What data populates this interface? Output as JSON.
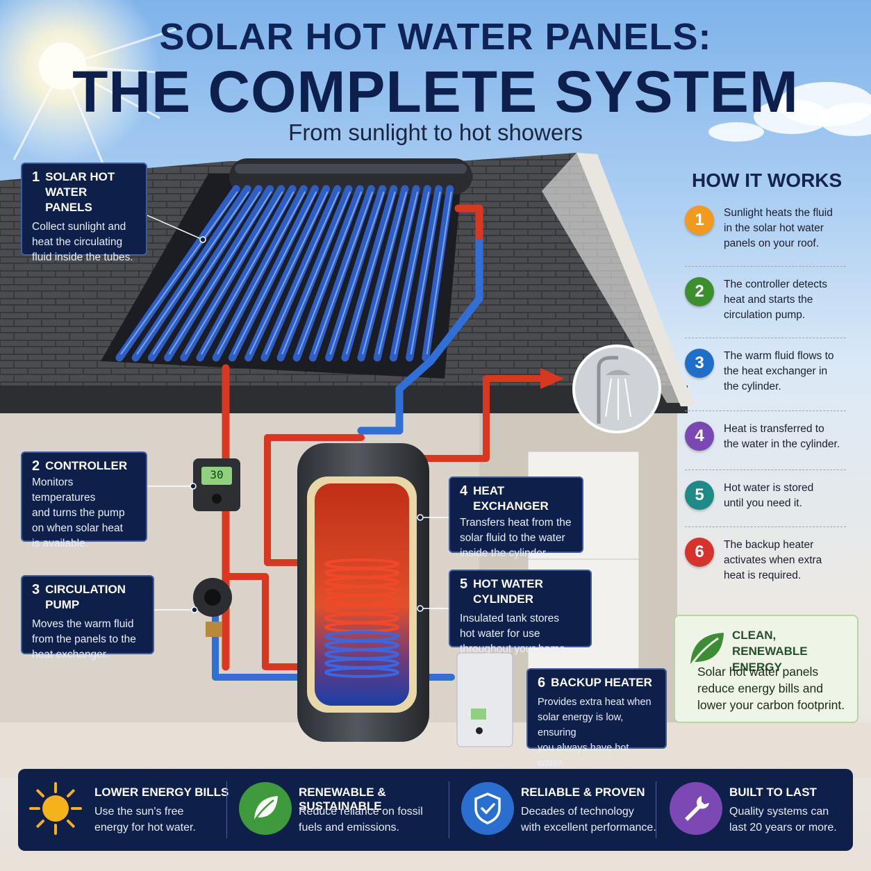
{
  "header": {
    "title_line1": "SOLAR HOT WATER PANELS:",
    "title_line2": "THE COMPLETE SYSTEM",
    "subtitle": "From sunlight to hot showers"
  },
  "callouts": [
    {
      "num": "1",
      "title_a": "SOLAR HOT",
      "title_b": "WATER PANELS",
      "body": [
        "Collect sunlight and",
        "heat the circulating",
        "fluid inside the tubes."
      ]
    },
    {
      "num": "2",
      "title_a": "CONTROLLER",
      "title_b": "",
      "body": [
        "Monitors temperatures",
        "and turns the pump",
        "on when solar heat",
        "is available."
      ]
    },
    {
      "num": "3",
      "title_a": "CIRCULATION PUMP",
      "title_b": "",
      "body": [
        "Moves the warm fluid",
        "from the panels to the",
        "heat exchanger."
      ]
    },
    {
      "num": "4",
      "title_a": "HEAT EXCHANGER",
      "title_b": "",
      "body": [
        "Transfers heat from the",
        "solar fluid to the water",
        "inside the cylinder."
      ]
    },
    {
      "num": "5",
      "title_a": "HOT WATER CYLINDER",
      "title_b": "",
      "body": [
        "Insulated tank stores",
        "hot water for use",
        "throughout your home."
      ]
    },
    {
      "num": "6",
      "title_a": "BACKUP HEATER",
      "title_b": "",
      "body": [
        "Provides extra heat when",
        "solar energy is low, ensuring",
        "you always have hot water."
      ]
    }
  ],
  "controller_display": "30",
  "how_it_works": {
    "heading": "HOW IT WORKS",
    "steps": [
      {
        "num": "1",
        "color": "#f29a1d",
        "lines": [
          "Sunlight heats the fluid",
          "in the solar hot water",
          "panels on your roof."
        ]
      },
      {
        "num": "2",
        "color": "#3c8f2f",
        "lines": [
          "The controller detects",
          "heat and starts the",
          "circulation pump."
        ]
      },
      {
        "num": "3",
        "color": "#1f6fc9",
        "lines": [
          "The warm fluid flows to",
          "the heat exchanger in",
          "the cylinder."
        ]
      },
      {
        "num": "4",
        "color": "#7a48b2",
        "lines": [
          "Heat is transferred to",
          "the water in the cylinder."
        ]
      },
      {
        "num": "5",
        "color": "#1d8a86",
        "lines": [
          "Hot water is stored",
          "until you need it."
        ]
      },
      {
        "num": "6",
        "color": "#d7322b",
        "lines": [
          "The backup heater",
          "activates when extra",
          "heat is required."
        ]
      }
    ]
  },
  "clean_energy": {
    "title_a": "CLEAN, RENEWABLE",
    "title_b": "ENERGY",
    "body": [
      "Solar hot water panels",
      "reduce energy bills and",
      "lower your carbon footprint."
    ]
  },
  "features": [
    {
      "title": "LOWER ENERGY BILLS",
      "lines": [
        "Use the sun's free",
        "energy for hot water."
      ],
      "icon": "sun-icon",
      "color": "#f6b21a"
    },
    {
      "title": "RENEWABLE & SUSTAINABLE",
      "lines": [
        "Reduce reliance on fossil",
        "fuels and emissions."
      ],
      "icon": "leaf-icon",
      "color": "#3e9a3a"
    },
    {
      "title": "RELIABLE & PROVEN",
      "lines": [
        "Decades of technology",
        "with excellent performance."
      ],
      "icon": "shield-icon",
      "color": "#2a6fd0"
    },
    {
      "title": "BUILT TO LAST",
      "lines": [
        "Quality systems can",
        "last 20 years or more."
      ],
      "icon": "wrench-icon",
      "color": "#7c49b4"
    }
  ]
}
